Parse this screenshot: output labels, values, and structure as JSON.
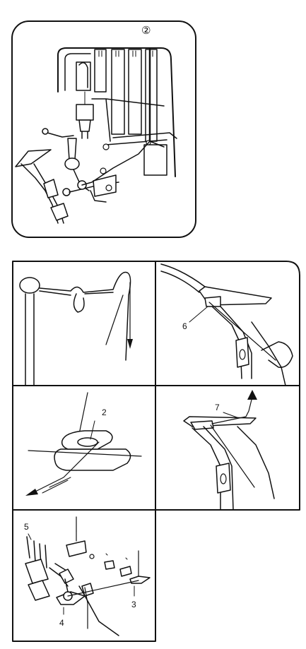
{
  "top_figure": {
    "marker": "②"
  },
  "panels": {
    "thread_guide": {},
    "lever_6": {
      "label": "6"
    },
    "tension_2": {
      "label": "2"
    },
    "lever_7": {
      "label": "7"
    },
    "looper_bottom": {
      "labels": [
        "5",
        "4",
        "3"
      ]
    }
  }
}
